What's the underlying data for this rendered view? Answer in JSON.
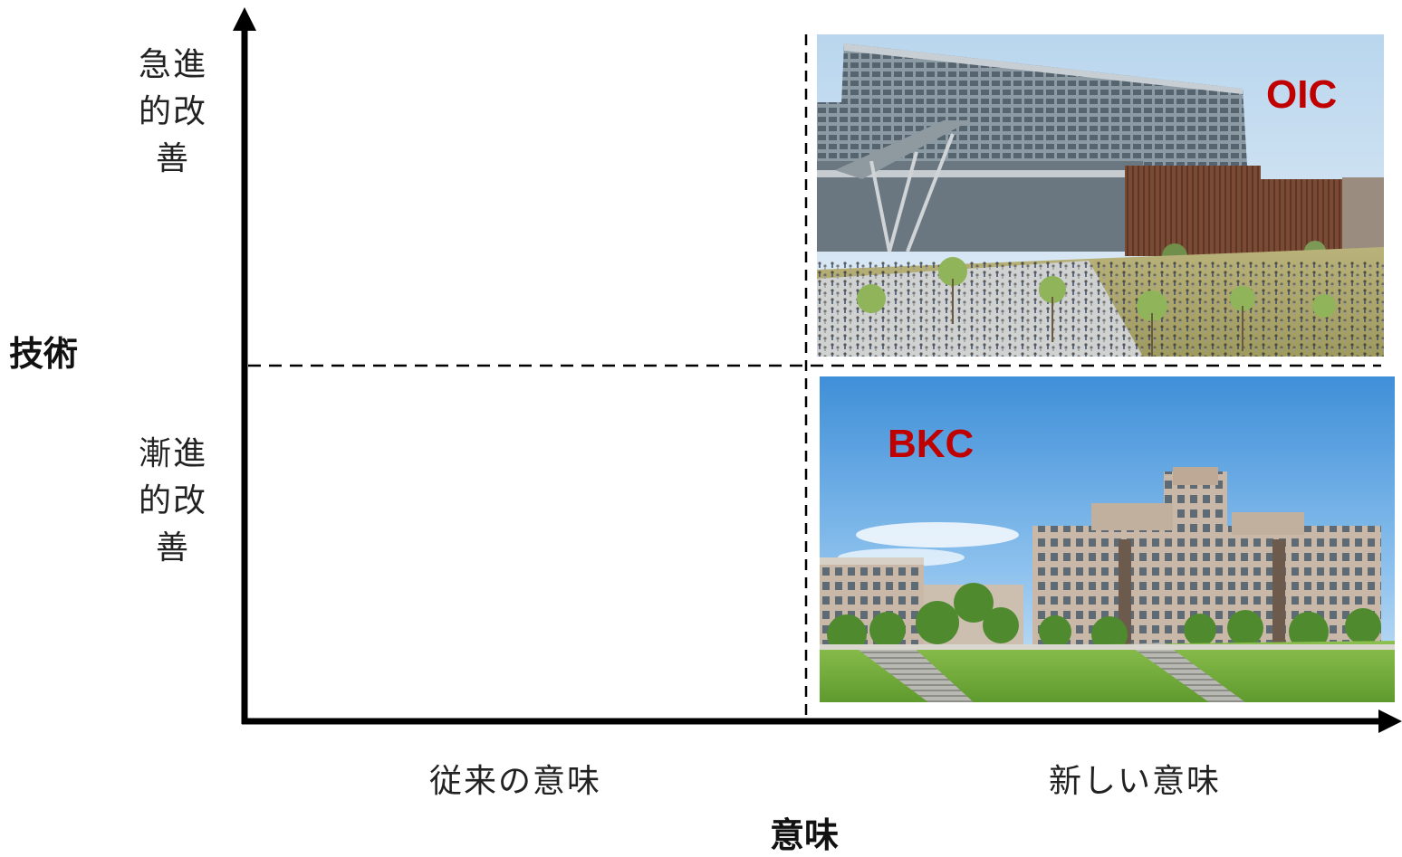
{
  "y_axis": {
    "title": "技術",
    "levels": [
      {
        "label": [
          "急進",
          "的改",
          "善"
        ]
      },
      {
        "label": [
          "漸進",
          "的改",
          "善"
        ]
      }
    ]
  },
  "x_axis": {
    "title": "意味",
    "levels": [
      {
        "label": "従来の意味"
      },
      {
        "label": "新しい意味"
      }
    ]
  },
  "quadrant_items": [
    {
      "name": "OIC",
      "label": "OIC",
      "quadrant": "急進的改善 × 新しい意味",
      "label_color": "#c00000"
    },
    {
      "name": "BKC",
      "label": "BKC",
      "quadrant": "漸進的改善 × 新しい意味",
      "label_color": "#c00000"
    }
  ],
  "colors": {
    "axis": "#000000",
    "divider": "#000000",
    "accent": "#c00000"
  }
}
